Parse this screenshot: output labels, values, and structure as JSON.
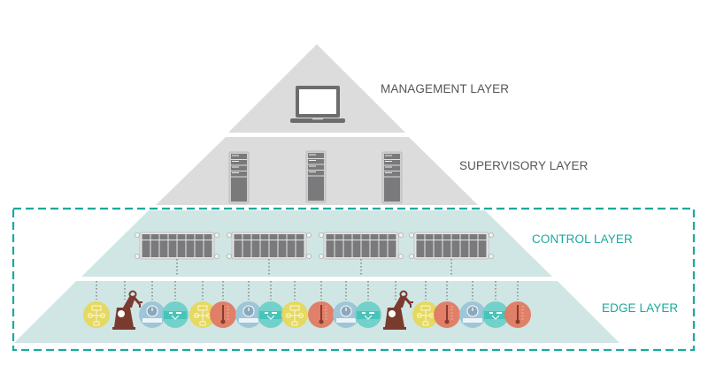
{
  "diagram": {
    "title": "Industrial network layer pyramid",
    "layers": [
      {
        "name": "MANAGEMENT LAYER",
        "devices": [
          "laptop"
        ],
        "color": "#dcdcdc"
      },
      {
        "name": "SUPERVISORY LAYER",
        "devices": [
          "server",
          "server",
          "server"
        ],
        "color": "#dcdcdc"
      },
      {
        "name": "CONTROL LAYER",
        "devices": [
          "plc-rack",
          "plc-rack",
          "plc-rack",
          "plc-rack"
        ],
        "color": "#cfe6e4"
      },
      {
        "name": "EDGE LAYER",
        "devices": [
          "flowchart",
          "robot-arm",
          "gauge",
          "valve",
          "flowchart",
          "thermometer",
          "gauge",
          "valve",
          "flowchart",
          "thermometer",
          "gauge",
          "valve",
          "robot-arm",
          "flowchart",
          "thermometer",
          "gauge",
          "valve",
          "thermometer"
        ],
        "color": "#cfe6e4"
      }
    ],
    "highlight_group": [
      "CONTROL LAYER",
      "EDGE LAYER"
    ],
    "colors": {
      "gray_layer": "#dcdcdc",
      "teal_layer": "#cfe6e4",
      "device_dark": "#7a7a7c",
      "accent_teal": "#1aaa9c",
      "label_gray": "#555555",
      "flowchart": "#e6d85a",
      "robot": "#7a3b2e",
      "gauge": "#9cc3d8",
      "valve": "#6dd0c8",
      "thermometer": "#e07a62"
    }
  }
}
